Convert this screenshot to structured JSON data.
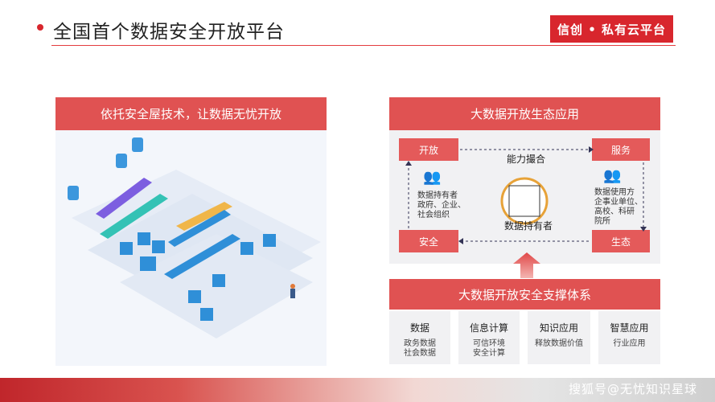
{
  "header": {
    "title": "全国首个数据安全开放平台",
    "brand": "信创 • 私有云平台"
  },
  "left_panel": {
    "heading": "依托安全屋技术，让数据无忧开放"
  },
  "ecosystem": {
    "heading": "大数据开放生态应用",
    "open_label": "开放",
    "service_label": "服务",
    "secure_label": "安全",
    "eco_label": "生态",
    "capability": "能力撮合",
    "center": "数据持有者",
    "holder_title": "数据持有者",
    "holder_desc_1": "政府、企业、",
    "holder_desc_2": "社会组织",
    "user_title": "数据使用方",
    "user_desc_1": "企事业单位、",
    "user_desc_2": "高校、科研",
    "user_desc_3": "院所"
  },
  "support": {
    "heading": "大数据开放安全支撑体系",
    "cells": [
      {
        "title": "数据",
        "line1": "政务数据",
        "line2": "社会数据"
      },
      {
        "title": "信息计算",
        "line1": "可信环境",
        "line2": "安全计算"
      },
      {
        "title": "知识应用",
        "line1": "释放数据价值",
        "line2": ""
      },
      {
        "title": "智慧应用",
        "line1": "行业应用",
        "line2": ""
      }
    ]
  },
  "footer": {
    "watermark": "搜狐号@无忧知识星球"
  },
  "colors": {
    "accent": "#d8262d",
    "panel_red": "#e05252"
  }
}
